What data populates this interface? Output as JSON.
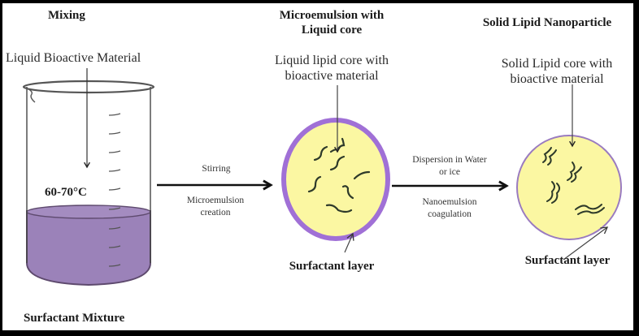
{
  "colors": {
    "liquid_fill": "#9b82b9",
    "liquid_edge": "#5e4a6e",
    "core_fill": "#fbf7a2",
    "shell_purple": "#a070d6",
    "shell_thin": "#9a7bc0",
    "line_dark": "#222222",
    "strand": "#2e3a2a"
  },
  "stages": [
    {
      "id": "mixing",
      "title": "Mixing",
      "top_label": "Liquid Bioactive Material",
      "temperature": "60-70°C",
      "bottom_label": "Surfactant Mixture"
    },
    {
      "id": "microemulsion",
      "title_line1": "Microemulsion with",
      "title_line2": "Liquid core",
      "core_label_line1": "Liquid lipid core with",
      "core_label_line2": "bioactive material",
      "shell_label": "Surfactant layer"
    },
    {
      "id": "sln",
      "title": "Solid Lipid Nanoparticle",
      "core_label_line1": "Solid Lipid core with",
      "core_label_line2": "bioactive material",
      "shell_label": "Surfactant layer"
    }
  ],
  "transitions": [
    {
      "above": [
        "Stirring"
      ],
      "below": [
        "Microemulsion",
        "creation"
      ]
    },
    {
      "above": [
        "Dispersion in Water",
        "or ice"
      ],
      "below": [
        "Nanoemulsion",
        "coagulation"
      ]
    }
  ]
}
